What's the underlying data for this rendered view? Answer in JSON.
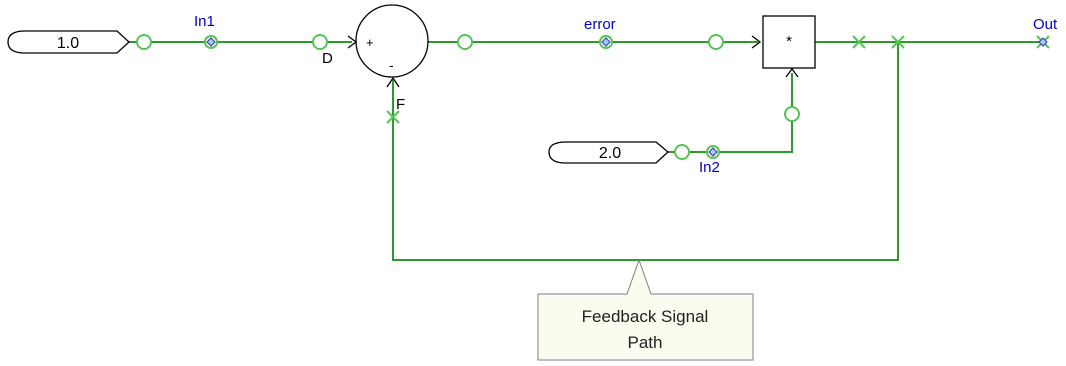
{
  "blocks": {
    "const1": {
      "value": "1.0"
    },
    "const2": {
      "value": "2.0"
    },
    "sum": {
      "plus": "+",
      "minus": "-",
      "input_d": "D",
      "input_f": "F"
    },
    "product": {
      "symbol": "*"
    }
  },
  "signals": {
    "in1": "In1",
    "error": "error",
    "in2": "In2",
    "out": "Out"
  },
  "callout": {
    "line1": "Feedback Signal",
    "line2": "Path"
  },
  "colors": {
    "wire": "#2e9a2e",
    "port_marker": "#55c455",
    "signal_label": "#0000cc",
    "callout_fill": "#fbfbef",
    "callout_border": "#7f7f7f"
  }
}
